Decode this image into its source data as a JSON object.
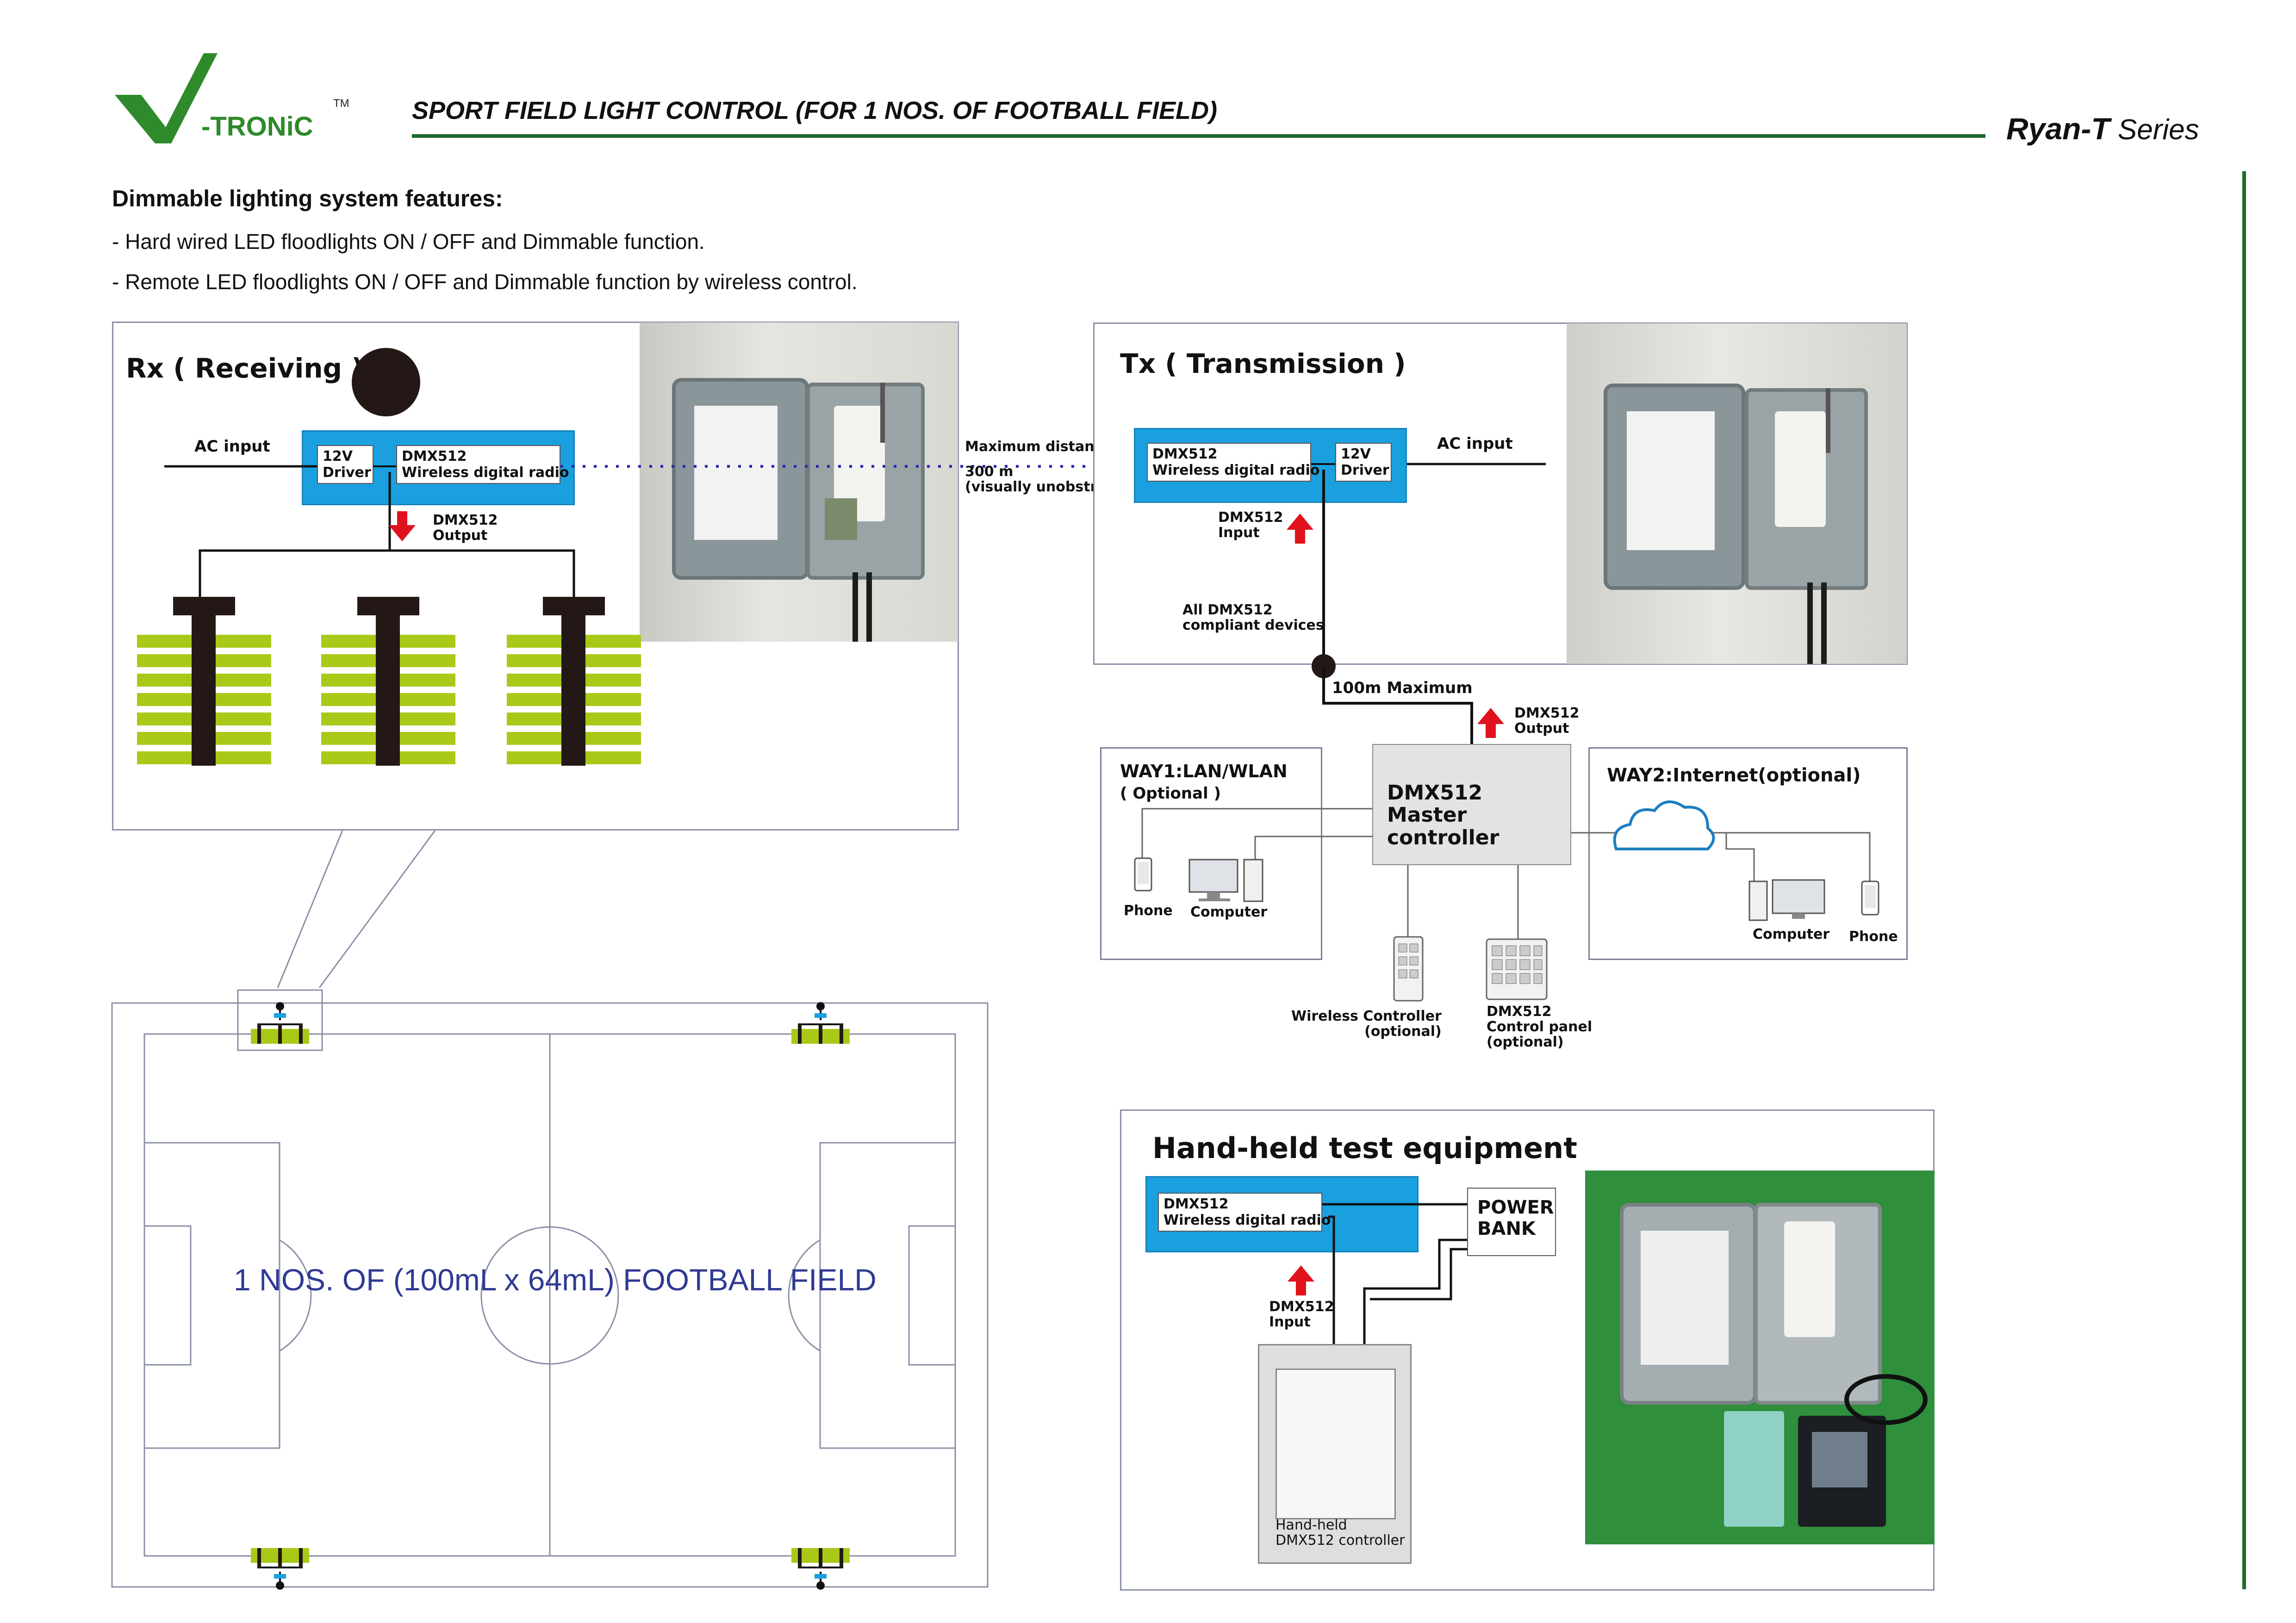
{
  "brand": {
    "name": "-TRONiC",
    "tm": "TM"
  },
  "header": {
    "title": "SPORT FIELD LIGHT CONTROL (FOR 1 NOS. OF FOOTBALL FIELD)",
    "series_name": "Ryan-T",
    "series_suffix": " Series"
  },
  "features": {
    "heading": "Dimmable lighting system features:",
    "items": [
      "- Hard wired LED floodlights ON / OFF and Dimmable function.",
      "- Remote LED floodlights ON / OFF and Dimmable function by wireless control."
    ]
  },
  "rx": {
    "title": "Rx ( Receiving )",
    "ac_input": "AC input",
    "driver": [
      "12V",
      "Driver"
    ],
    "radio": [
      "DMX512",
      "Wireless digital radio"
    ],
    "output": [
      "DMX512",
      "Output"
    ]
  },
  "link": {
    "distance": [
      "Maximum distance",
      "300 m",
      "(visually unobstructed)"
    ]
  },
  "tx": {
    "title": "Tx ( Transmission )",
    "ac_input": "AC input",
    "driver": [
      "12V",
      "Driver"
    ],
    "radio": [
      "DMX512",
      "Wireless digital radio"
    ],
    "input": [
      "DMX512",
      "Input"
    ],
    "compliant": [
      "All DMX512",
      "compliant devices"
    ]
  },
  "master": {
    "max_run": "100m Maximum",
    "output": [
      "DMX512",
      "Output"
    ],
    "name": [
      "DMX512",
      "Master controller"
    ]
  },
  "way1": {
    "title": "WAY1:LAN/WLAN",
    "optional": "( Optional )",
    "phone": "Phone",
    "computer": "Computer"
  },
  "way2": {
    "title": "WAY2:Internet(optional)",
    "internet": "Internet",
    "computer": "Computer",
    "phone": "Phone"
  },
  "wireless_controller": [
    "Wireless Controller",
    "(optional)"
  ],
  "control_panel": [
    "DMX512",
    "Control panel",
    "(optional)"
  ],
  "handheld": {
    "title": "Hand-held test equipment",
    "radio": [
      "DMX512",
      "Wireless digital radio"
    ],
    "power": [
      "POWER",
      "BANK"
    ],
    "input": [
      "DMX512",
      "Input"
    ],
    "controller": [
      "Hand-held",
      "DMX512 controller"
    ]
  },
  "field": {
    "label": "1 NOS. OF (100mL x 64mL) FOOTBALL FIELD"
  },
  "colors": {
    "brand_green": "#2e8a2a",
    "rule_green": "#1f6b2a",
    "radio_blue": "#1aa0df",
    "arrow_red": "#e0121b",
    "led_green": "#a9c919",
    "field_text": "#2f3a92"
  }
}
